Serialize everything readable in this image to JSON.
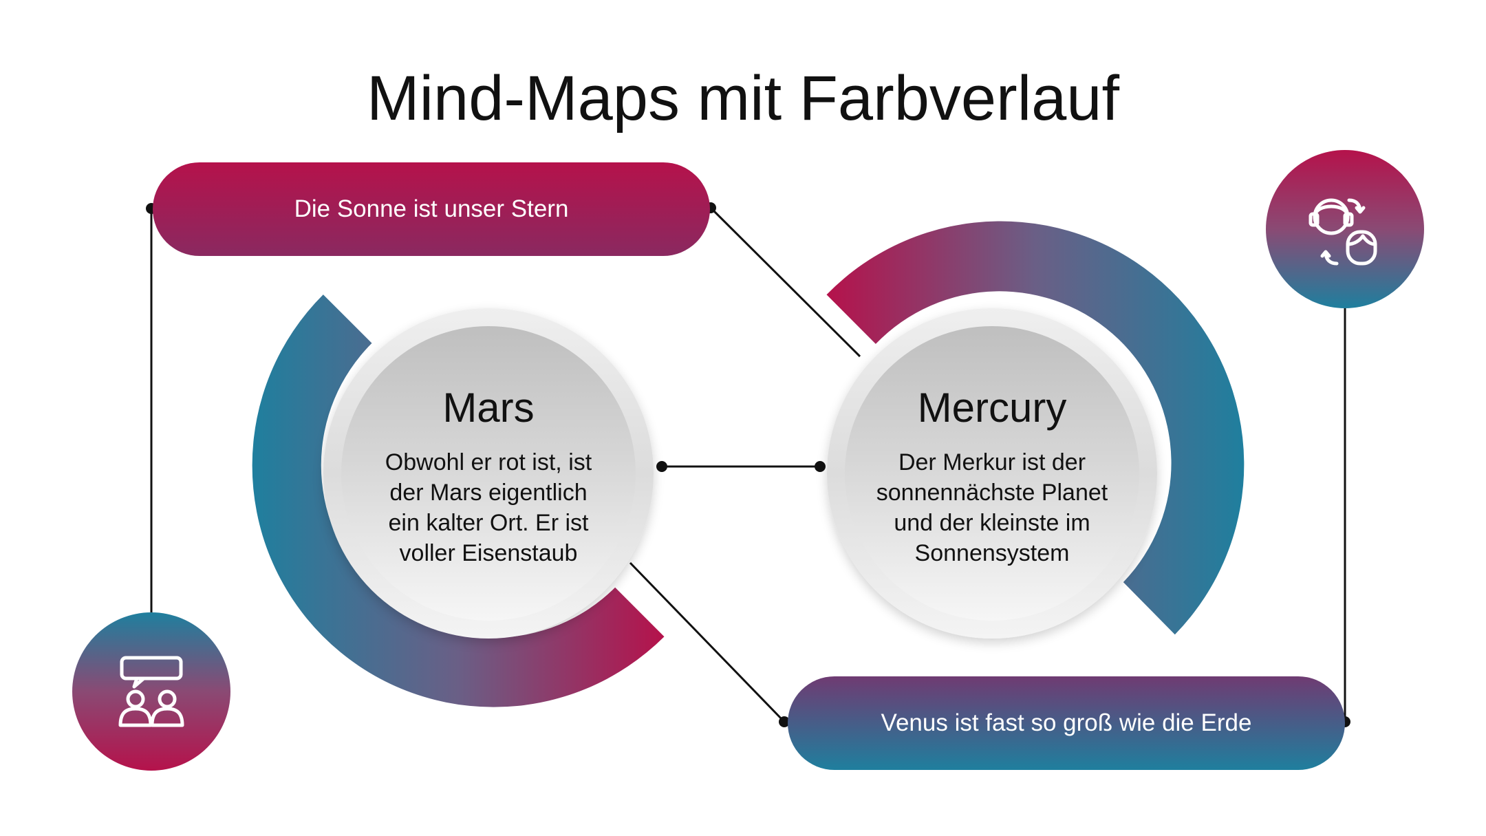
{
  "title": "Mind-Maps mit Farbverlauf",
  "pills": {
    "top": "Die Sonne ist unser Stern",
    "bottom": "Venus ist fast so groß wie die Erde"
  },
  "nodes": {
    "mars": {
      "title": "Mars",
      "description": "Obwohl er rot ist, ist der Mars eigentlich ein kalter Ort. Er ist voller Eisenstaub"
    },
    "mercury": {
      "title": "Mercury",
      "description": "Der Merkur ist der sonnennächste Planet und der kleinste im Sonnensystem"
    }
  },
  "icons": {
    "left": "people-chat-icon",
    "right": "user-exchange-icon"
  },
  "colors": {
    "magenta": "#b5124b",
    "teal": "#1f7f9e",
    "connector": "#111111"
  }
}
